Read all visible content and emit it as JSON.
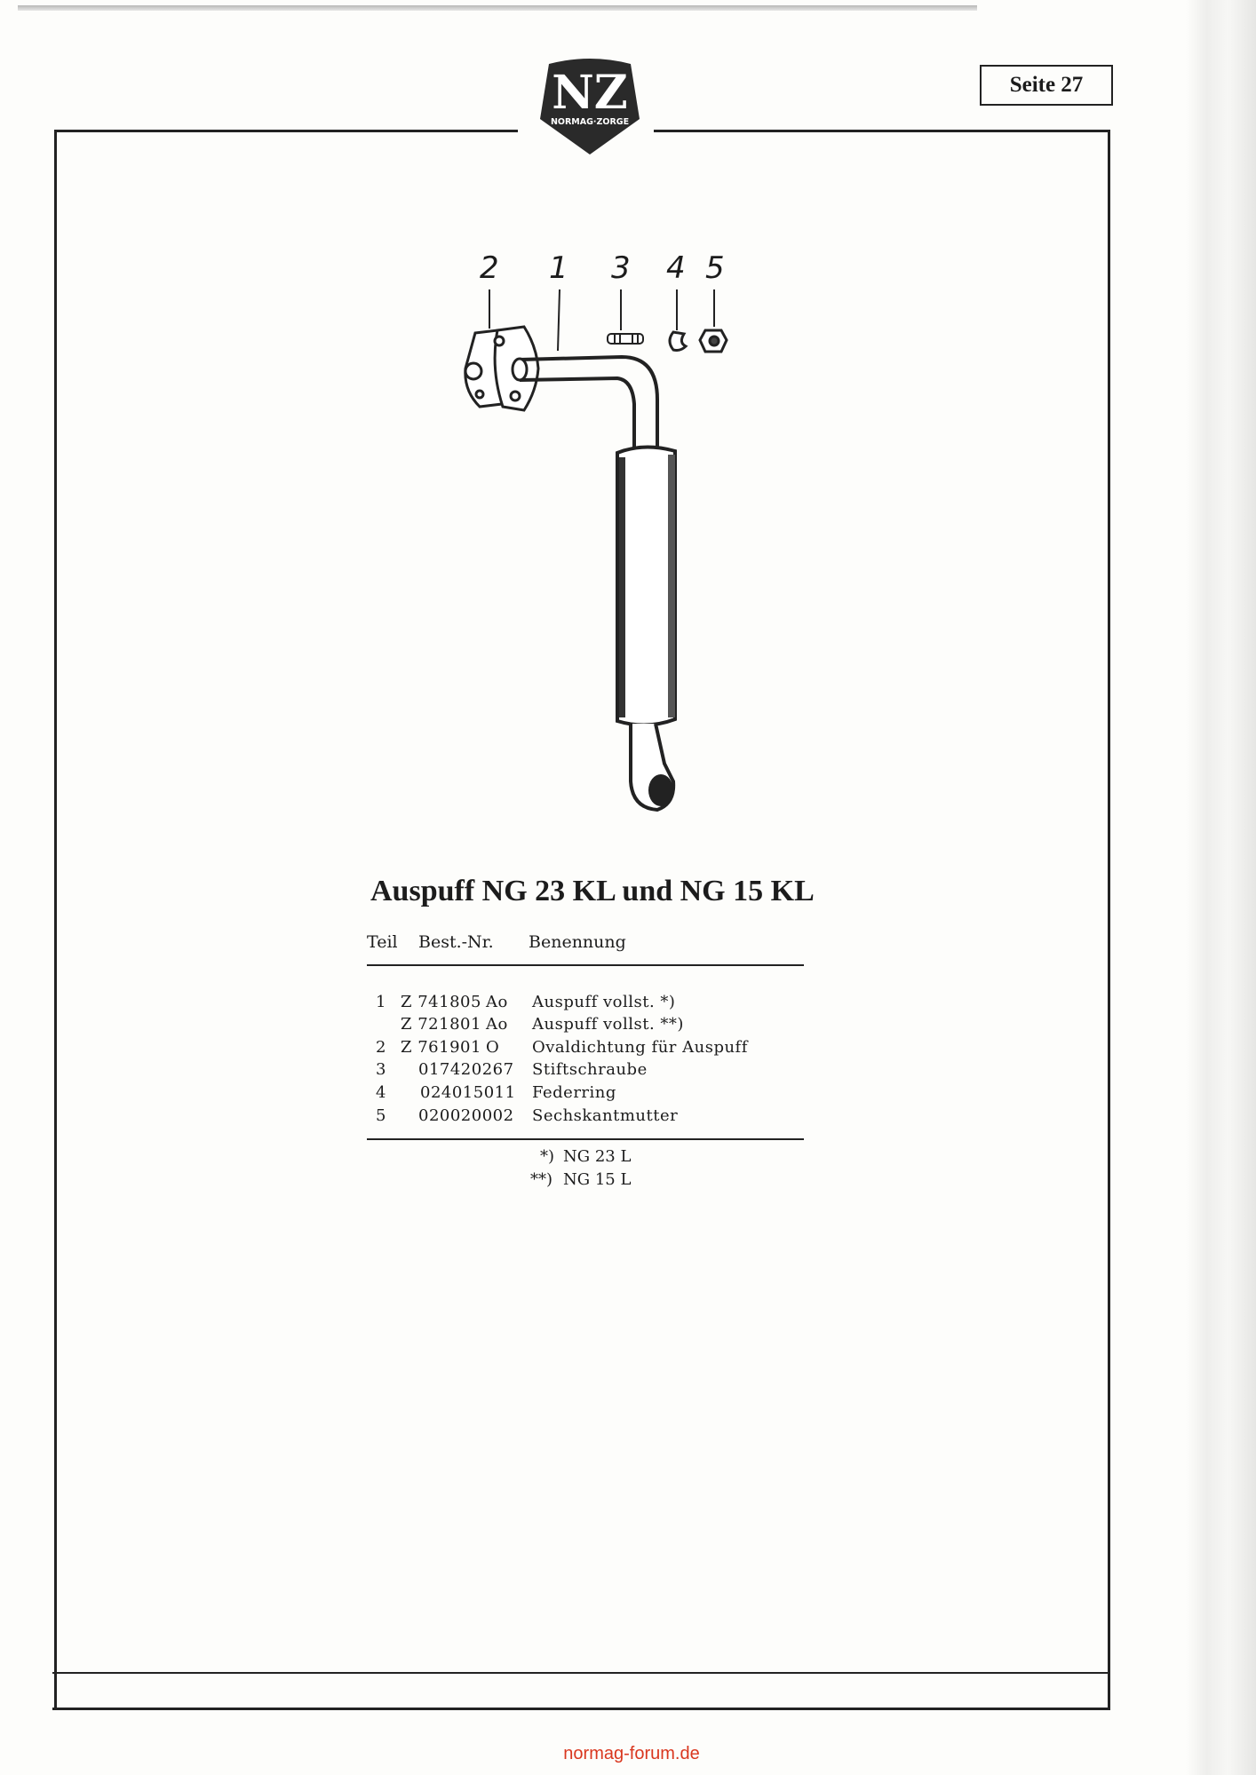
{
  "header": {
    "logo": {
      "letters": "NZ",
      "brand": "NORMAG·ZORGE"
    },
    "page_label": "Seite 27"
  },
  "diagram": {
    "callouts": [
      "2",
      "1",
      "3",
      "4",
      "5"
    ]
  },
  "title": "Auspuff NG 23 KL und NG 15 KL",
  "table": {
    "headers": {
      "teil": "Teil",
      "nr": "Best.-Nr.",
      "benennung": "Benennung"
    },
    "rows": [
      {
        "teil": "1",
        "nr": "Z 741805",
        "sfx": "Ao",
        "benennung": "Auspuff  vollst. *)"
      },
      {
        "teil": "",
        "nr": "Z 721801",
        "sfx": "Ao",
        "benennung": "Auspuff  vollst. **)"
      },
      {
        "teil": "2",
        "nr": "Z 761901",
        "sfx": "O",
        "benennung": "Ovaldichtung für Auspuff"
      },
      {
        "teil": "3",
        "nr": "017420267",
        "sfx": "",
        "benennung": "Stiftschraube"
      },
      {
        "teil": "4",
        "nr": "024015011",
        "sfx": "",
        "benennung": "Federring"
      },
      {
        "teil": "5",
        "nr": "020020002",
        "sfx": "",
        "benennung": "Sechskantmutter"
      }
    ],
    "footnotes": [
      {
        "mark": "*)",
        "text": "NG  23  L"
      },
      {
        "mark": "**)",
        "text": "NG  15  L"
      }
    ]
  },
  "footer": {
    "site": "normag-forum.de",
    "site_color": "#d9371f"
  }
}
